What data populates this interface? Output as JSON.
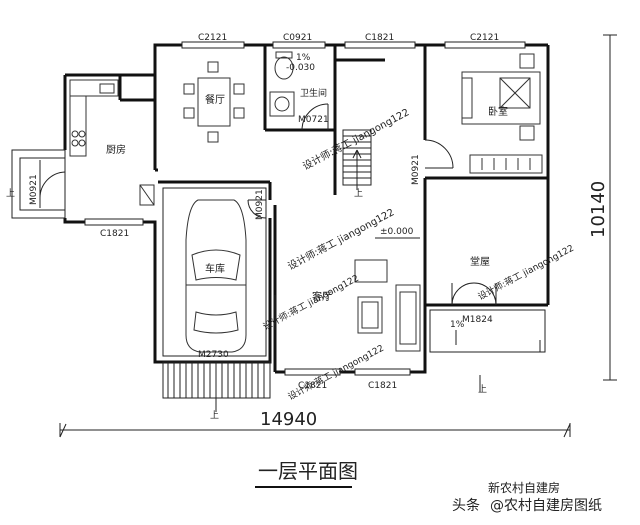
{
  "title": "一层平面图",
  "rooms": {
    "kitchen": "厨房",
    "dining": "餐厅",
    "bathroom": "卫生间",
    "bedroom": "卧室",
    "garage": "车库",
    "living": "客厅",
    "hall": "堂屋"
  },
  "windows": {
    "w_top_1": "C2121",
    "w_top_2": "C0921",
    "w_top_3": "C1821",
    "w_top_4": "C2121",
    "w_kitchen": "C1821",
    "w_bottom_1": "C1821",
    "w_bottom_2": "C1821"
  },
  "doors": {
    "d_bath": "M0721",
    "d_bed": "M0921",
    "d_kitchen": "M0921",
    "d_garage_side": "M0921",
    "d_garage": "M2730",
    "d_hall": "M1824"
  },
  "elevations": {
    "bath": "-0.030",
    "main": "±0.000"
  },
  "slopes": {
    "bath": "1%",
    "porch": "1%"
  },
  "up_marks": {
    "u1": "上",
    "u2": "上",
    "u3": "上",
    "u4": "上"
  },
  "dimensions": {
    "width": "14940",
    "depth": "10140"
  },
  "watermark": "设计师:蒋工 jiangong122",
  "footer": {
    "prefix": "头条",
    "handle": "@农村自建房图纸"
  },
  "faint_watermark": "新农村自建房"
}
